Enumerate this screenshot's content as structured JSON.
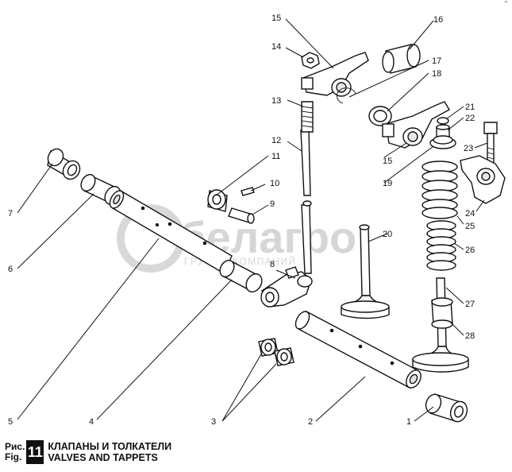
{
  "figure": {
    "label_ru": "Рис.",
    "label_en": "Fig.",
    "number": "11",
    "title_ru": "КЛАПАНЫ И ТОЛКАТЕЛИ",
    "title_en": "VALVES AND TAPPETS",
    "corner_mark": "˜"
  },
  "watermark": {
    "brand": "белагро",
    "tagline": "ГРУППА КОМПАНИЙ"
  },
  "callouts": [
    "1",
    "2",
    "3",
    "4",
    "5",
    "6",
    "7",
    "8",
    "9",
    "10",
    "11",
    "12",
    "13",
    "14",
    "15",
    "15",
    "16",
    "17",
    "18",
    "19",
    "20",
    "21",
    "22",
    "23",
    "24",
    "25",
    "26",
    "27",
    "28"
  ]
}
